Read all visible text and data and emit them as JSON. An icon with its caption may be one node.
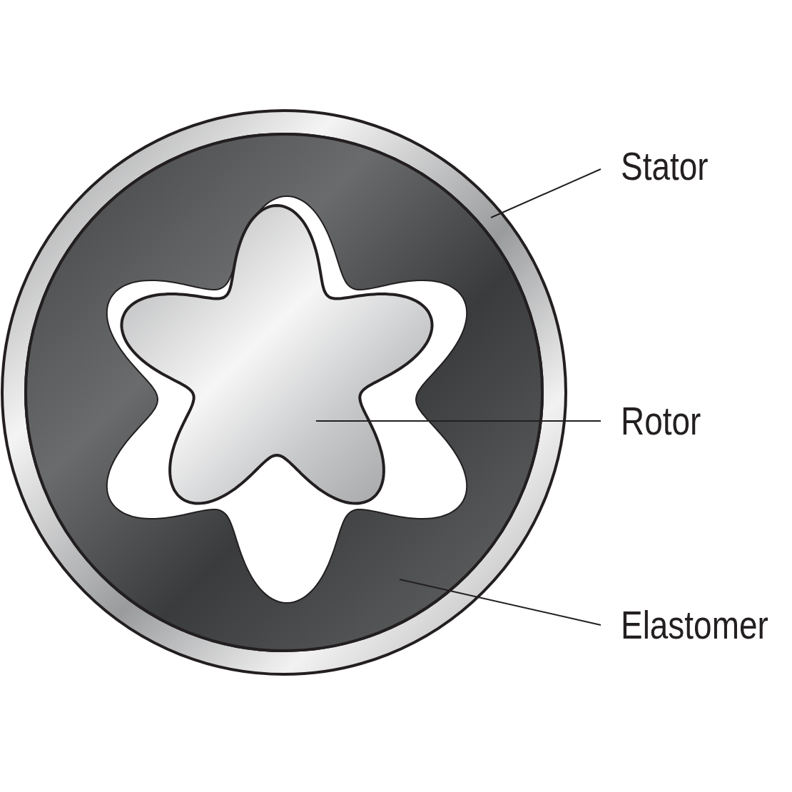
{
  "diagram": {
    "nodes": [
      {
        "text": [
          "Stator"
        ]
      },
      {
        "text": [],
        "shape": "picture"
      },
      {
        "text": [
          "Rotor"
        ]
      },
      {
        "text": [],
        "shape": "picture",
        "in": 5
      },
      {
        "text": [
          "Elastomer"
        ]
      },
      {
        "text": [],
        "shape": "picture",
        "in": 1
      }
    ],
    "edges": [
      {
        "from": 0,
        "to": 1,
        "arrow": "none"
      },
      {
        "from": 2,
        "to": 3,
        "arrow": "none"
      },
      {
        "from": 4,
        "to": 5,
        "arrow": "none"
      }
    ]
  }
}
